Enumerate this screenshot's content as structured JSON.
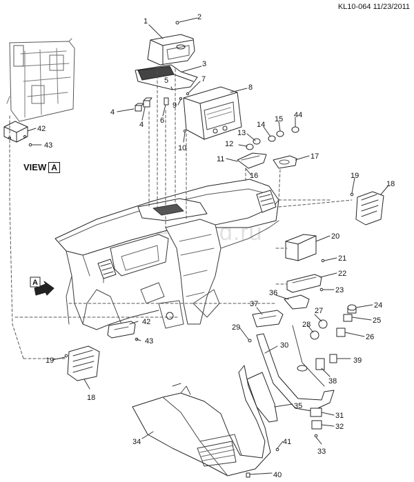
{
  "header": {
    "doc_id": "KL10-064 11/23/2011"
  },
  "view": {
    "label": "VIEW",
    "letter": "A"
  },
  "arrow_marker": {
    "letter": "A"
  },
  "watermark": "elsklad.ru",
  "callouts": [
    {
      "id": "c1",
      "text": "1"
    },
    {
      "id": "c2",
      "text": "2"
    },
    {
      "id": "c3",
      "text": "3"
    },
    {
      "id": "c4a",
      "text": "4"
    },
    {
      "id": "c4b",
      "text": "4"
    },
    {
      "id": "c5",
      "text": "5"
    },
    {
      "id": "c6",
      "text": "6"
    },
    {
      "id": "c7",
      "text": "7"
    },
    {
      "id": "c8",
      "text": "8"
    },
    {
      "id": "c9",
      "text": "9"
    },
    {
      "id": "c10",
      "text": "10"
    },
    {
      "id": "c11",
      "text": "11"
    },
    {
      "id": "c12",
      "text": "12"
    },
    {
      "id": "c13",
      "text": "13"
    },
    {
      "id": "c14",
      "text": "14"
    },
    {
      "id": "c15",
      "text": "15"
    },
    {
      "id": "c16",
      "text": "16"
    },
    {
      "id": "c17",
      "text": "17"
    },
    {
      "id": "c18a",
      "text": "18"
    },
    {
      "id": "c18b",
      "text": "18"
    },
    {
      "id": "c19a",
      "text": "19"
    },
    {
      "id": "c19b",
      "text": "19"
    },
    {
      "id": "c20",
      "text": "20"
    },
    {
      "id": "c21",
      "text": "21"
    },
    {
      "id": "c22",
      "text": "22"
    },
    {
      "id": "c23",
      "text": "23"
    },
    {
      "id": "c24",
      "text": "24"
    },
    {
      "id": "c25",
      "text": "25"
    },
    {
      "id": "c26",
      "text": "26"
    },
    {
      "id": "c27",
      "text": "27"
    },
    {
      "id": "c28",
      "text": "28"
    },
    {
      "id": "c29",
      "text": "29"
    },
    {
      "id": "c30",
      "text": "30"
    },
    {
      "id": "c31",
      "text": "31"
    },
    {
      "id": "c32",
      "text": "32"
    },
    {
      "id": "c33",
      "text": "33"
    },
    {
      "id": "c34",
      "text": "34"
    },
    {
      "id": "c35",
      "text": "35"
    },
    {
      "id": "c36",
      "text": "36"
    },
    {
      "id": "c37",
      "text": "37"
    },
    {
      "id": "c38",
      "text": "38"
    },
    {
      "id": "c39",
      "text": "39"
    },
    {
      "id": "c40",
      "text": "40"
    },
    {
      "id": "c41",
      "text": "41"
    },
    {
      "id": "c42a",
      "text": "42"
    },
    {
      "id": "c42b",
      "text": "42"
    },
    {
      "id": "c43a",
      "text": "43"
    },
    {
      "id": "c43b",
      "text": "43"
    },
    {
      "id": "c44",
      "text": "44"
    }
  ]
}
